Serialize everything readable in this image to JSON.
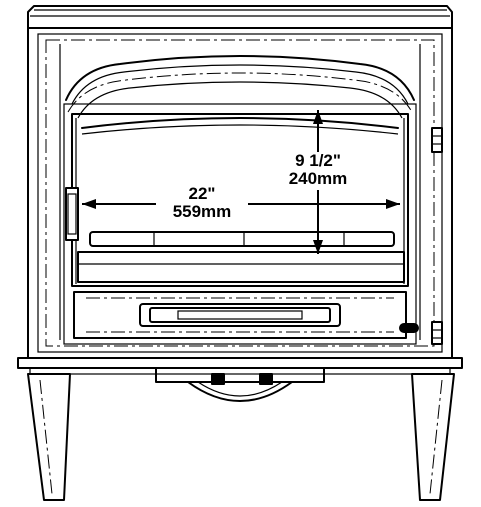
{
  "diagram": {
    "subject": "wood stove front view with firebox opening dimensions",
    "dimensions": {
      "width": {
        "imperial": "22\"",
        "metric": "559mm"
      },
      "height": {
        "imperial": "9 1/2\"",
        "metric": "240mm"
      }
    },
    "colors": {
      "line": "#000000",
      "background": "#ffffff"
    }
  }
}
